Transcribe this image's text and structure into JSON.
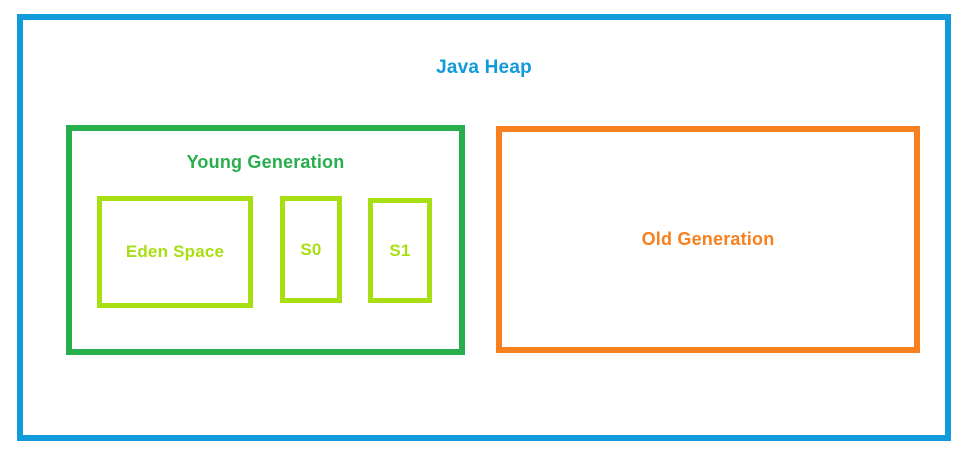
{
  "diagram": {
    "title": "Java Heap",
    "young_generation": {
      "label": "Young Generation",
      "spaces": [
        {
          "label": "Eden Space"
        },
        {
          "label": "S0"
        },
        {
          "label": "S1"
        }
      ]
    },
    "old_generation": {
      "label": "Old Generation"
    },
    "colors": {
      "heap_border_blue": "#119bdb",
      "young_generation_green": "#28ae4c",
      "space_lime": "#a8df12",
      "old_generation_orange": "#f8801f",
      "background": "#ffffff"
    }
  }
}
